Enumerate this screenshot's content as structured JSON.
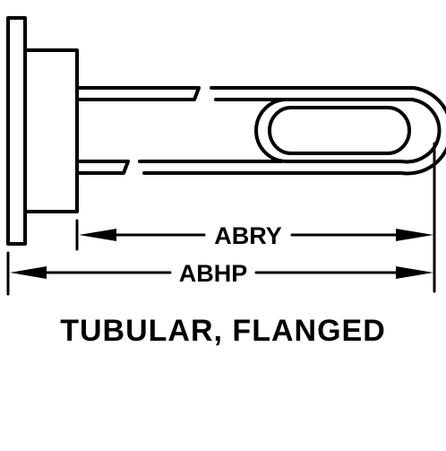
{
  "dimensions": {
    "inner_label": "ABRY",
    "overall_label": "ABHP"
  },
  "caption": "TUBULAR, FLANGED",
  "colors": {
    "ink": "#000000",
    "background": "#ffffff"
  }
}
